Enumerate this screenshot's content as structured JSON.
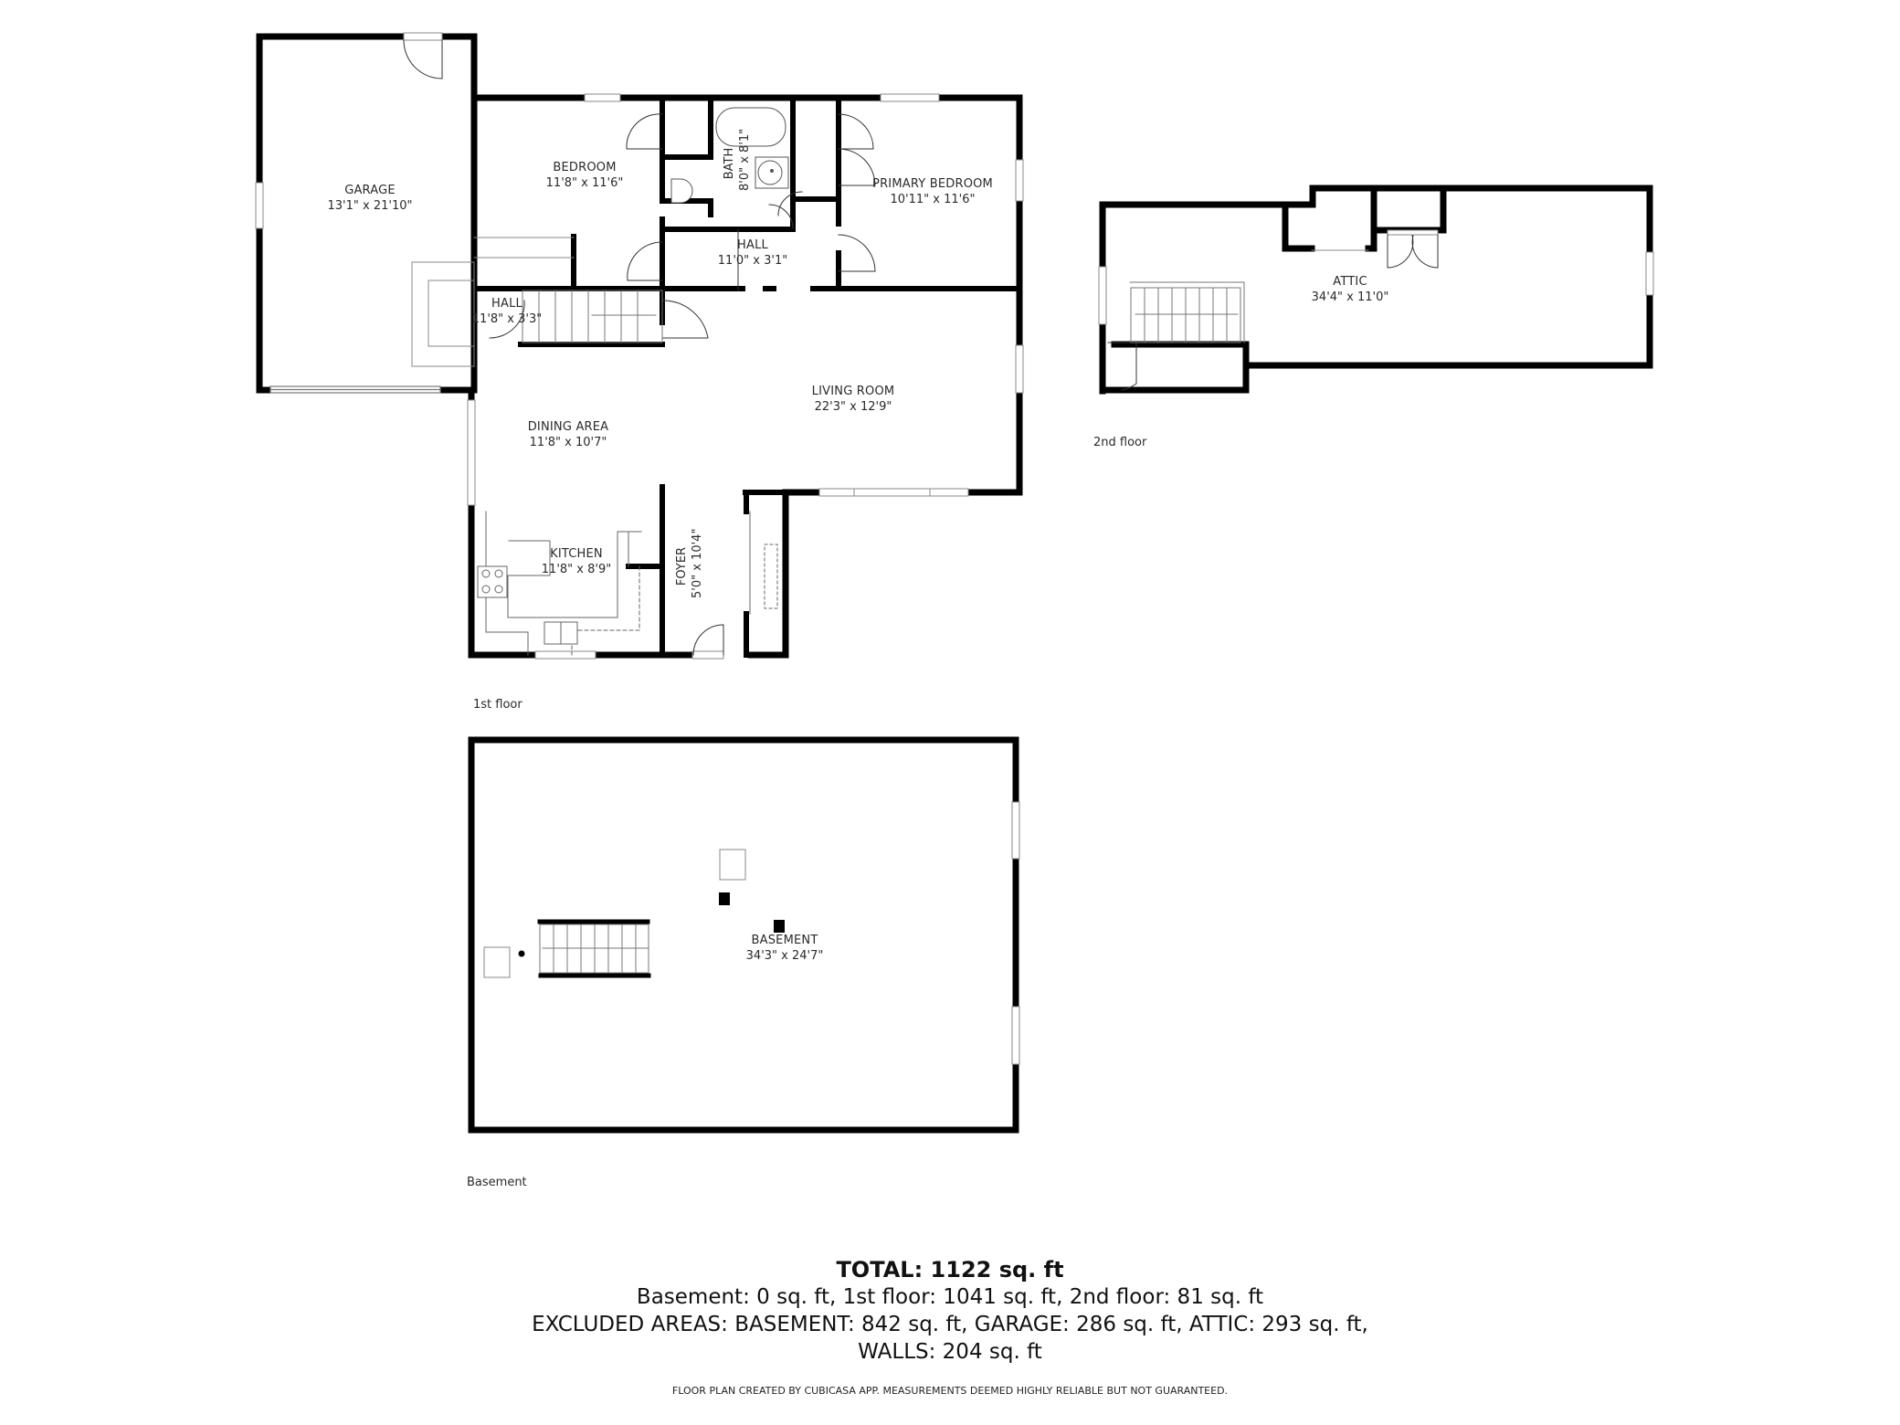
{
  "floors": {
    "first": {
      "label": "1st floor",
      "rooms": [
        {
          "name": "GARAGE",
          "dims": "13'1\" x 21'10\""
        },
        {
          "name": "BEDROOM",
          "dims": "11'8\" x 11'6\""
        },
        {
          "name": "BATH",
          "dims": "8'0\" x 8'1\""
        },
        {
          "name": "PRIMARY BEDROOM",
          "dims": "10'11\" x 11'6\""
        },
        {
          "name": "HALL",
          "dims": "11'0\" x 3'1\""
        },
        {
          "name": "HALL",
          "dims": "11'8\" x 3'3\""
        },
        {
          "name": "LIVING ROOM",
          "dims": "22'3\" x 12'9\""
        },
        {
          "name": "DINING AREA",
          "dims": "11'8\" x 10'7\""
        },
        {
          "name": "KITCHEN",
          "dims": "11'8\" x 8'9\""
        },
        {
          "name": "FOYER",
          "dims": "5'0\" x 10'4\""
        }
      ]
    },
    "second": {
      "label": "2nd floor",
      "rooms": [
        {
          "name": "ATTIC",
          "dims": "34'4\" x 11'0\""
        }
      ]
    },
    "basement": {
      "label": "Basement",
      "rooms": [
        {
          "name": "BASEMENT",
          "dims": "34'3\" x 24'7\""
        }
      ]
    }
  },
  "summary": {
    "total": "TOTAL: 1122 sq. ft",
    "by_floor": "Basement: 0 sq. ft, 1st floor: 1041 sq. ft, 2nd floor: 81 sq. ft",
    "excluded_1": "EXCLUDED AREAS: BASEMENT: 842 sq. ft, GARAGE: 286 sq. ft, ATTIC: 293 sq. ft,",
    "excluded_2": "WALLS: 204 sq. ft",
    "disclaimer": "FLOOR PLAN CREATED BY CUBICASA APP. MEASUREMENTS DEEMED HIGHLY RELIABLE BUT NOT GUARANTEED."
  },
  "colors": {
    "wall": "#000000",
    "fixture": "#555555",
    "background": "#ffffff"
  }
}
